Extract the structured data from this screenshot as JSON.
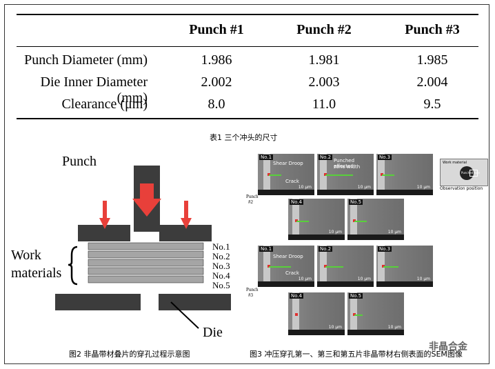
{
  "table": {
    "headers": [
      "",
      "Punch #1",
      "Punch #2",
      "Punch #3"
    ],
    "rows": [
      {
        "label": "Punch Diameter (mm)",
        "values": [
          "1.986",
          "1.981",
          "1.985"
        ]
      },
      {
        "label": "Die Inner Diameter (mm)",
        "values": [
          "2.002",
          "2.003",
          "2.004"
        ]
      },
      {
        "label": "Clearance (μm)",
        "values": [
          "8.0",
          "11.0",
          "9.5"
        ]
      }
    ],
    "caption": "表1 三个冲头的尺寸"
  },
  "diagram": {
    "punch_label": "Punch",
    "work_label_1": "Work",
    "work_label_2": "materials",
    "layers": [
      "No.1",
      "No.2",
      "No.3",
      "No.4",
      "No.5"
    ],
    "die_label": "Die",
    "caption": "图2 非晶带材叠片的穿孔过程示意图",
    "colors": {
      "arrow": "#e8403a",
      "dark": "#3c3c3c",
      "layer": "#a5a5a5"
    }
  },
  "sem": {
    "caption": "图3 冲压穿孔第一、第三和第五片非晶带材右侧表面的SEM图像",
    "watermark": "非晶合金",
    "punch2_label_1": "Punch",
    "punch2_label_2": "#2",
    "punch3_label_1": "Punch",
    "punch3_label_2": "#3",
    "annotations": {
      "shear_droop": "Shear Droop",
      "crack": "Crack",
      "punched_zone_1": "Punched effected",
      "punched_zone_2": "zone width",
      "observation": "Observation position",
      "work_material": "Work material",
      "punched_hole": "Punched hole"
    },
    "scale": "10 μm",
    "tiles_p2": [
      "No.1",
      "No.2",
      "No.3",
      "No.4",
      "No.5"
    ],
    "tiles_p3": [
      "No.1",
      "No.2",
      "No.3",
      "No.4",
      "No.5"
    ]
  }
}
